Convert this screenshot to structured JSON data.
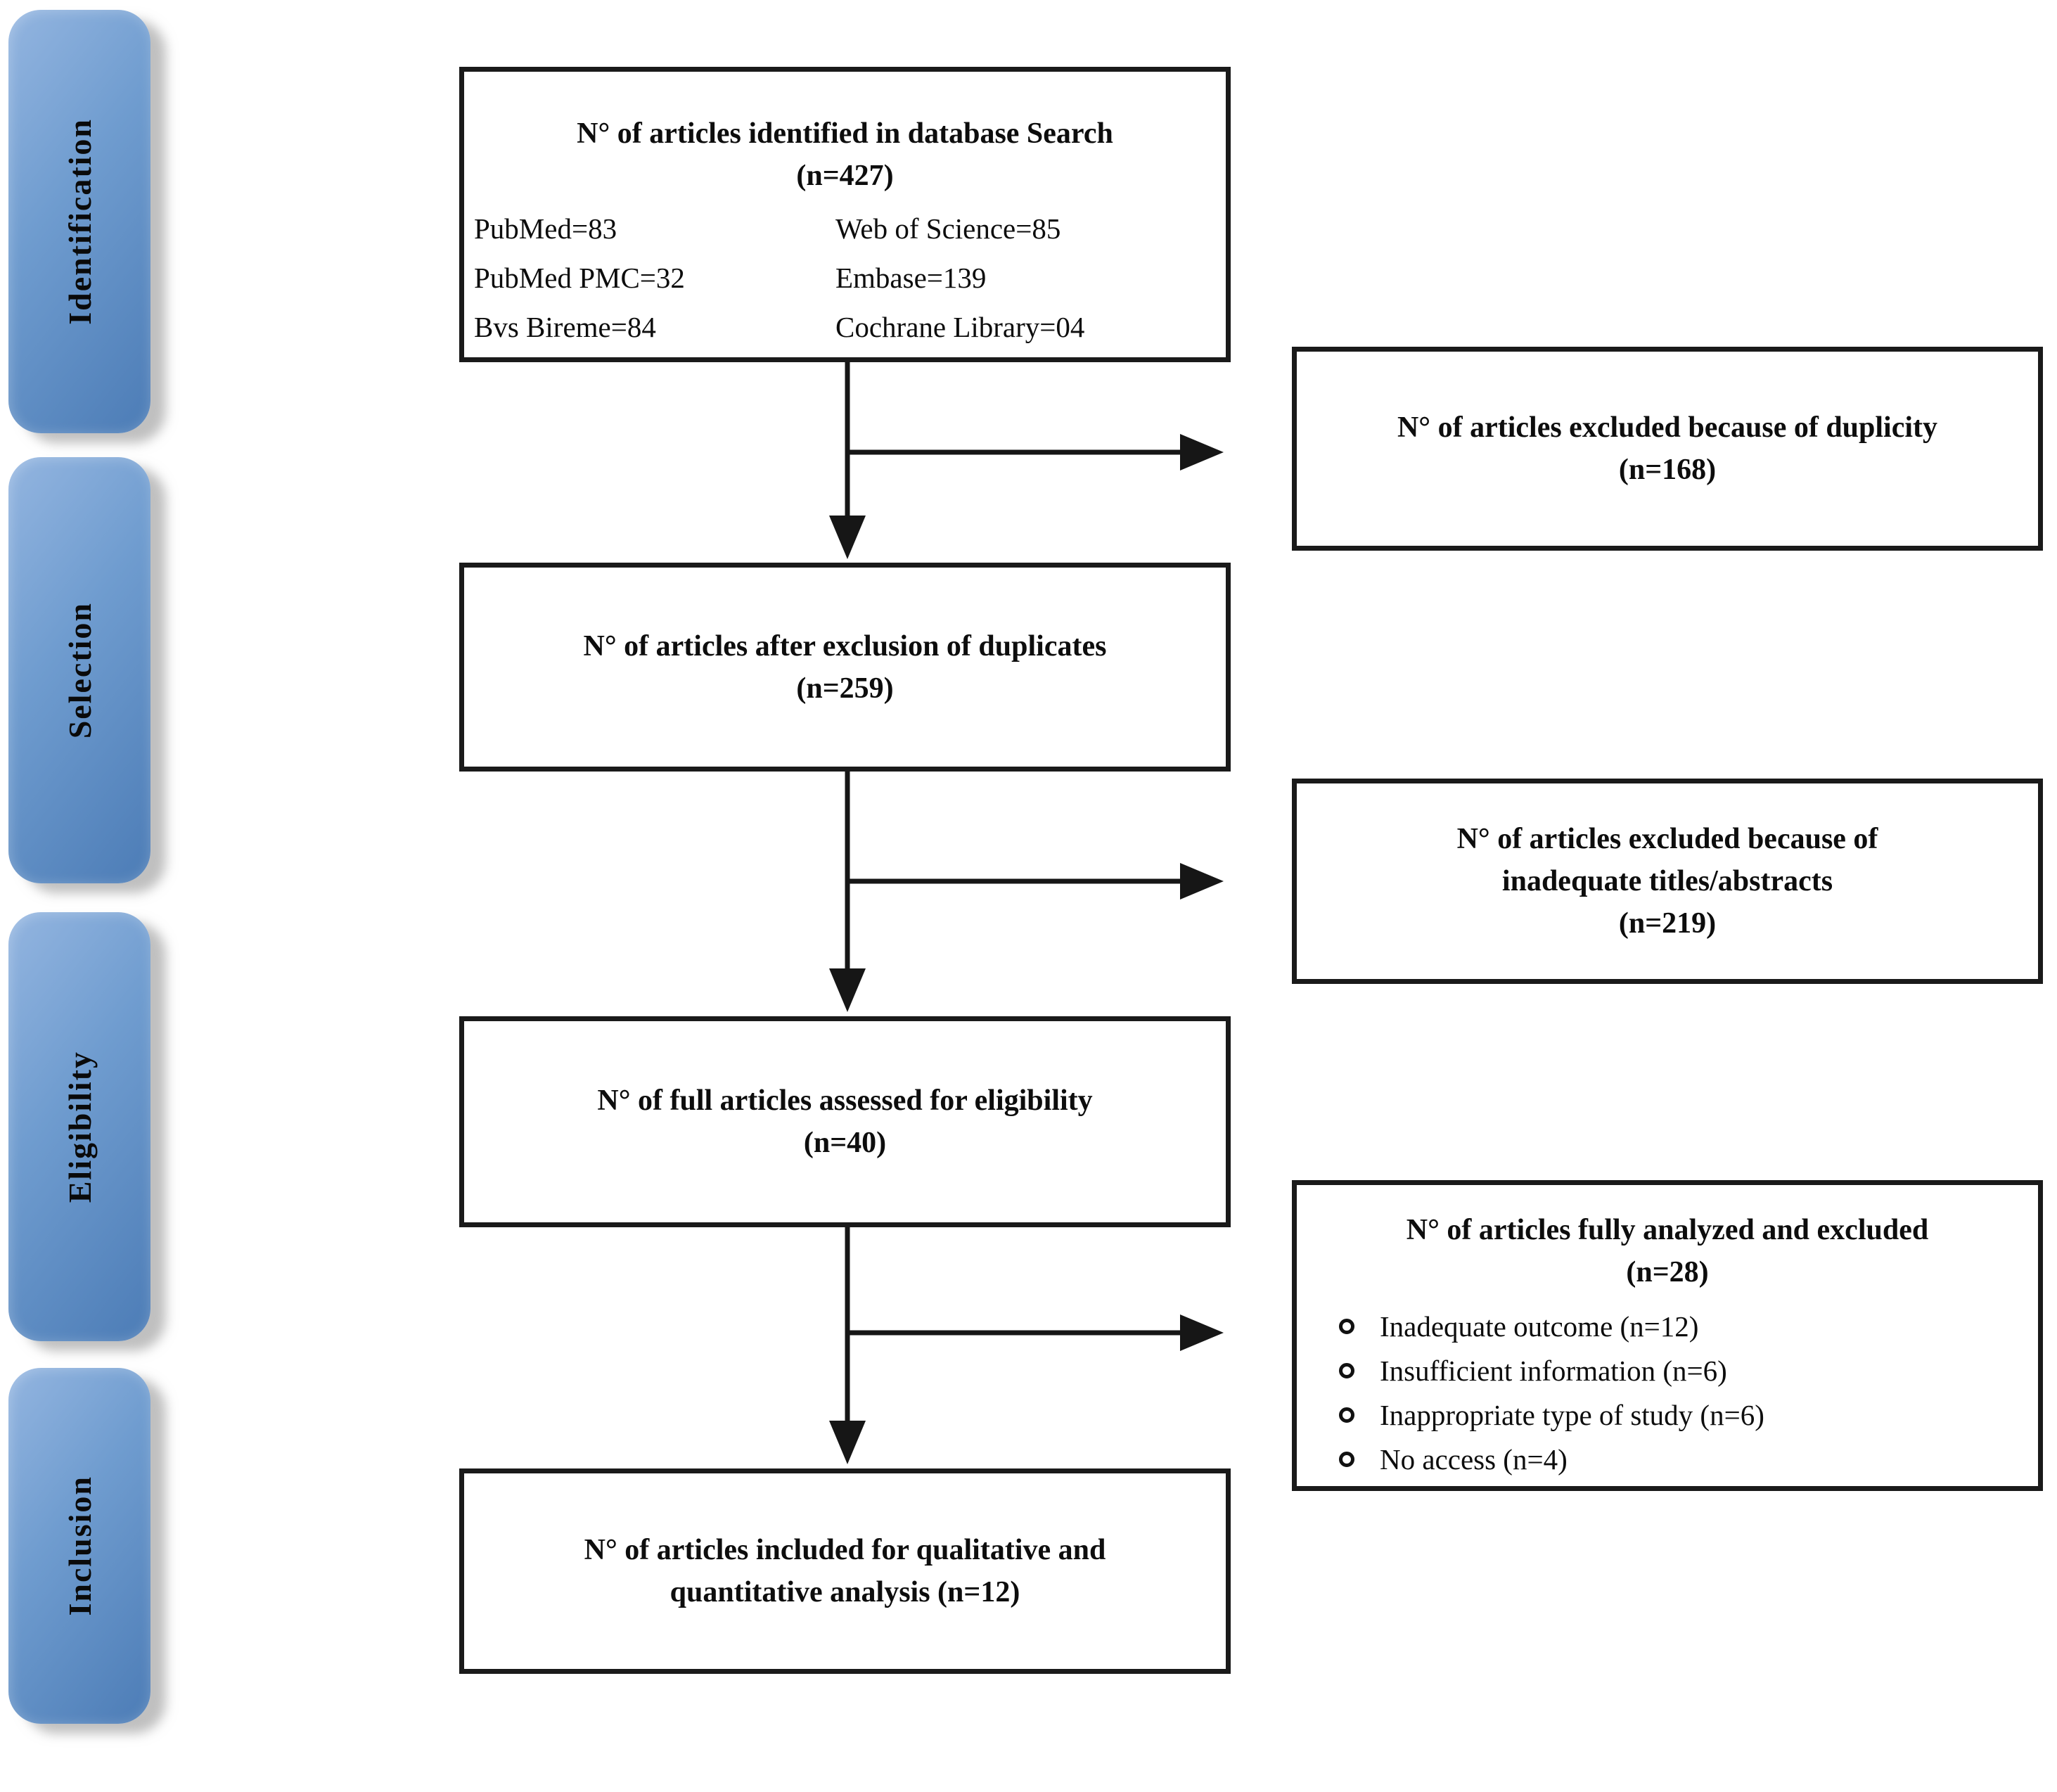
{
  "colors": {
    "stage_light": "#93B5E0",
    "stage_mid": "#6F9CCF",
    "stage_dark": "#4C7CB6",
    "box_border": "#1a1a1a",
    "arrow": "#161616",
    "text": "#0d0d0d"
  },
  "sidebar": {
    "stages": [
      {
        "id": "identification",
        "label": "Identification"
      },
      {
        "id": "selection",
        "label": "Selection"
      },
      {
        "id": "eligibility",
        "label": "Eligibility"
      },
      {
        "id": "inclusion",
        "label": "Inclusion"
      }
    ]
  },
  "flow": {
    "identified": {
      "lines": [
        "N° of articles identified in database Search",
        "(n=427)"
      ],
      "sources_col1": [
        "PubMed=83",
        "PubMed PMC=32",
        "Bvs Bireme=84"
      ],
      "sources_col2": [
        "Web of Science=85",
        "Embase=139",
        "Cochrane Library=04"
      ]
    },
    "excluded_duplicity": {
      "lines": [
        "N° of articles excluded because of duplicity",
        "(n=168)"
      ]
    },
    "after_duplicates": {
      "lines": [
        "N° of articles after exclusion of duplicates",
        "(n=259)"
      ]
    },
    "excluded_titles_abstracts": {
      "lines": [
        "N° of articles excluded because of",
        "inadequate titles/abstracts",
        "(n=219)"
      ]
    },
    "assessed_eligibility": {
      "lines": [
        "N° of full articles assessed for eligibility",
        "(n=40)"
      ]
    },
    "fully_analyzed_excluded": {
      "lines": [
        "N° of articles fully analyzed and excluded",
        "(n=28)"
      ],
      "reasons": [
        "Inadequate outcome (n=12)",
        "Insufficient information (n=6)",
        "Inappropriate type of study (n=6)",
        "No access (n=4)"
      ]
    },
    "included": {
      "lines": [
        "N° of articles included for qualitative and",
        "quantitative analysis (n=12)"
      ]
    }
  }
}
